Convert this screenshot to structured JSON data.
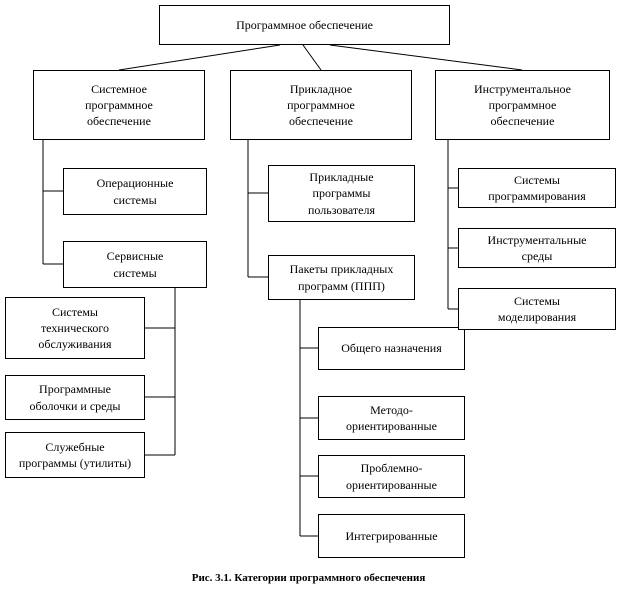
{
  "diagram_title": "Категории программного обеспечения",
  "nodes": {
    "root": "Программное обеспечение",
    "system": "Системное\nпрограммное\nобеспечение",
    "applied": "Прикладное\nпрограммное\nобеспечение",
    "instrumental": "Инструментальное\nпрограммное\nобеспечение",
    "os": "Операционные\nсистемы",
    "service": "Сервисные\nсистемы",
    "tech_service": "Системы\nтехнического\nобслуживания",
    "shells": "Программные\nоболочки и среды",
    "utilities": "Служебные\nпрограммы (утилиты)",
    "user_programs": "Прикладные\nпрограммы\nпользователя",
    "ppp": "Пакеты прикладных\nпрограмм (ППП)",
    "general_purpose": "Общего назначения",
    "method_oriented": "Методо-\nориентированные",
    "problem_oriented": "Проблемно-\nориентированные",
    "integrated": "Интегрированные",
    "programming_systems": "Системы\nпрограммирования",
    "instrumental_envs": "Инструментальные\nсреды",
    "modeling_systems": "Системы\nмоделирования"
  },
  "caption": "Рис. 3.1. Категории программного обеспечения",
  "colors": {
    "line": "#000000",
    "box_border": "#000000",
    "background": "#ffffff",
    "text": "#000000"
  }
}
